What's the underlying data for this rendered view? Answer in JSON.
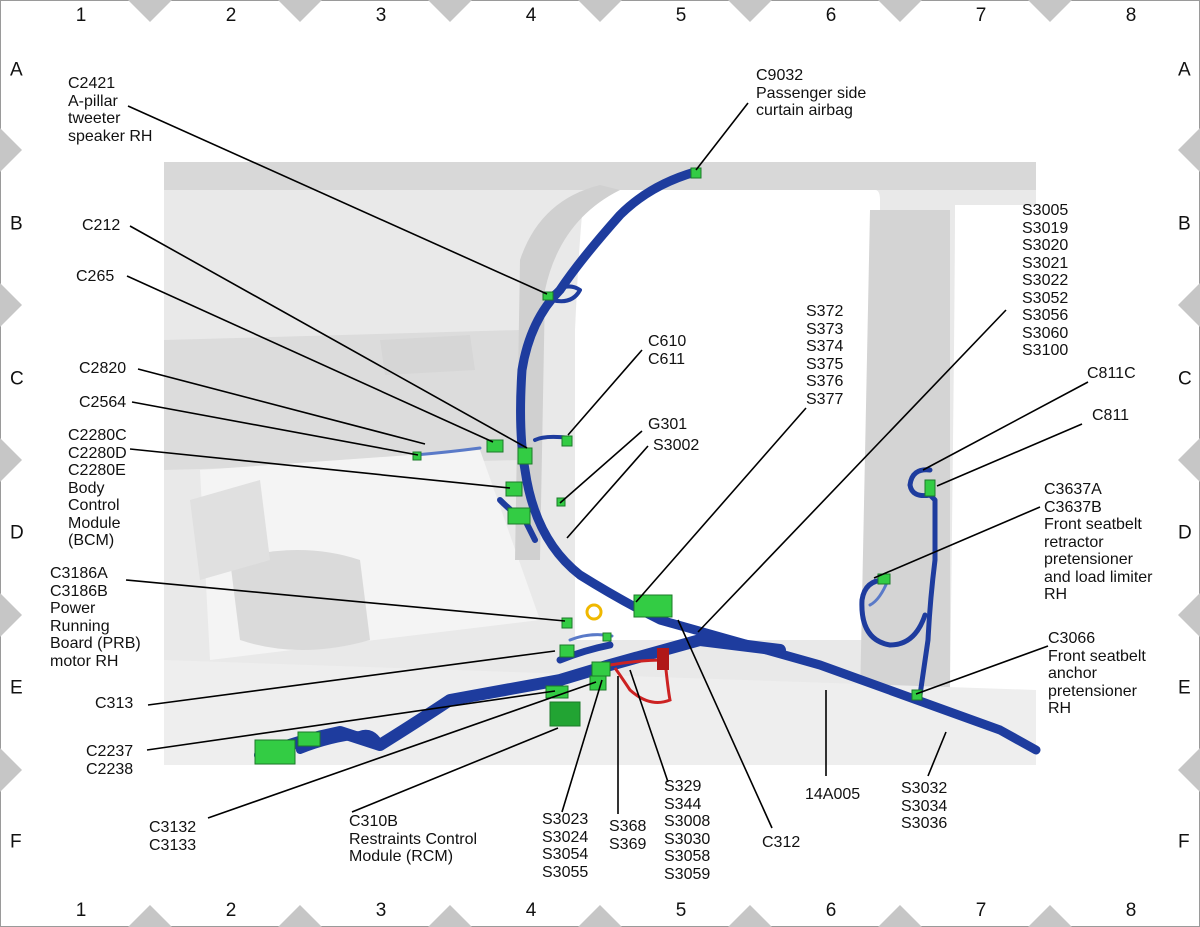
{
  "grid": {
    "columns": [
      "1",
      "2",
      "3",
      "4",
      "5",
      "6",
      "7",
      "8"
    ],
    "rows": [
      "A",
      "B",
      "C",
      "D",
      "E",
      "F"
    ]
  },
  "callouts": {
    "c2421": "C2421\nA-pillar\ntweeter\nspeaker RH",
    "c9032": "C9032\nPassenger side\ncurtain airbag",
    "c212": "C212",
    "c265": "C265",
    "c610": "C610\nC611",
    "s372": "S372\nS373\nS374\nS375\nS376\nS377",
    "s3005": "S3005\nS3019\nS3020\nS3021\nS3022\nS3052\nS3056\nS3060\nS3100",
    "c811c": "C811C",
    "c811": "C811",
    "c2820": "C2820",
    "c2564": "C2564",
    "c2280": "C2280C\nC2280D\nC2280E\nBody\nControl\nModule\n(BCM)",
    "g301": "G301",
    "s3002": "S3002",
    "c3637": "C3637A\nC3637B\nFront seatbelt\nretractor\npretensioner\nand load limiter\nRH",
    "c3186": "C3186A\nC3186B\nPower\nRunning\nBoard (PRB)\nmotor RH",
    "c3066": "C3066\nFront seatbelt\nanchor\npretensioner\nRH",
    "c313": "C313",
    "c2237": "C2237\nC2238",
    "c3132": "C3132\nC3133",
    "c310b": "C310B\nRestraints Control\nModule (RCM)",
    "s3023": "S3023\nS3024\nS3054\nS3055",
    "s368": "S368\nS369",
    "s329": "S329\nS344\nS3008\nS3030\nS3058\nS3059",
    "c312": "C312",
    "h14a005": "14A005",
    "s3032": "S3032\nS3034\nS3036"
  }
}
